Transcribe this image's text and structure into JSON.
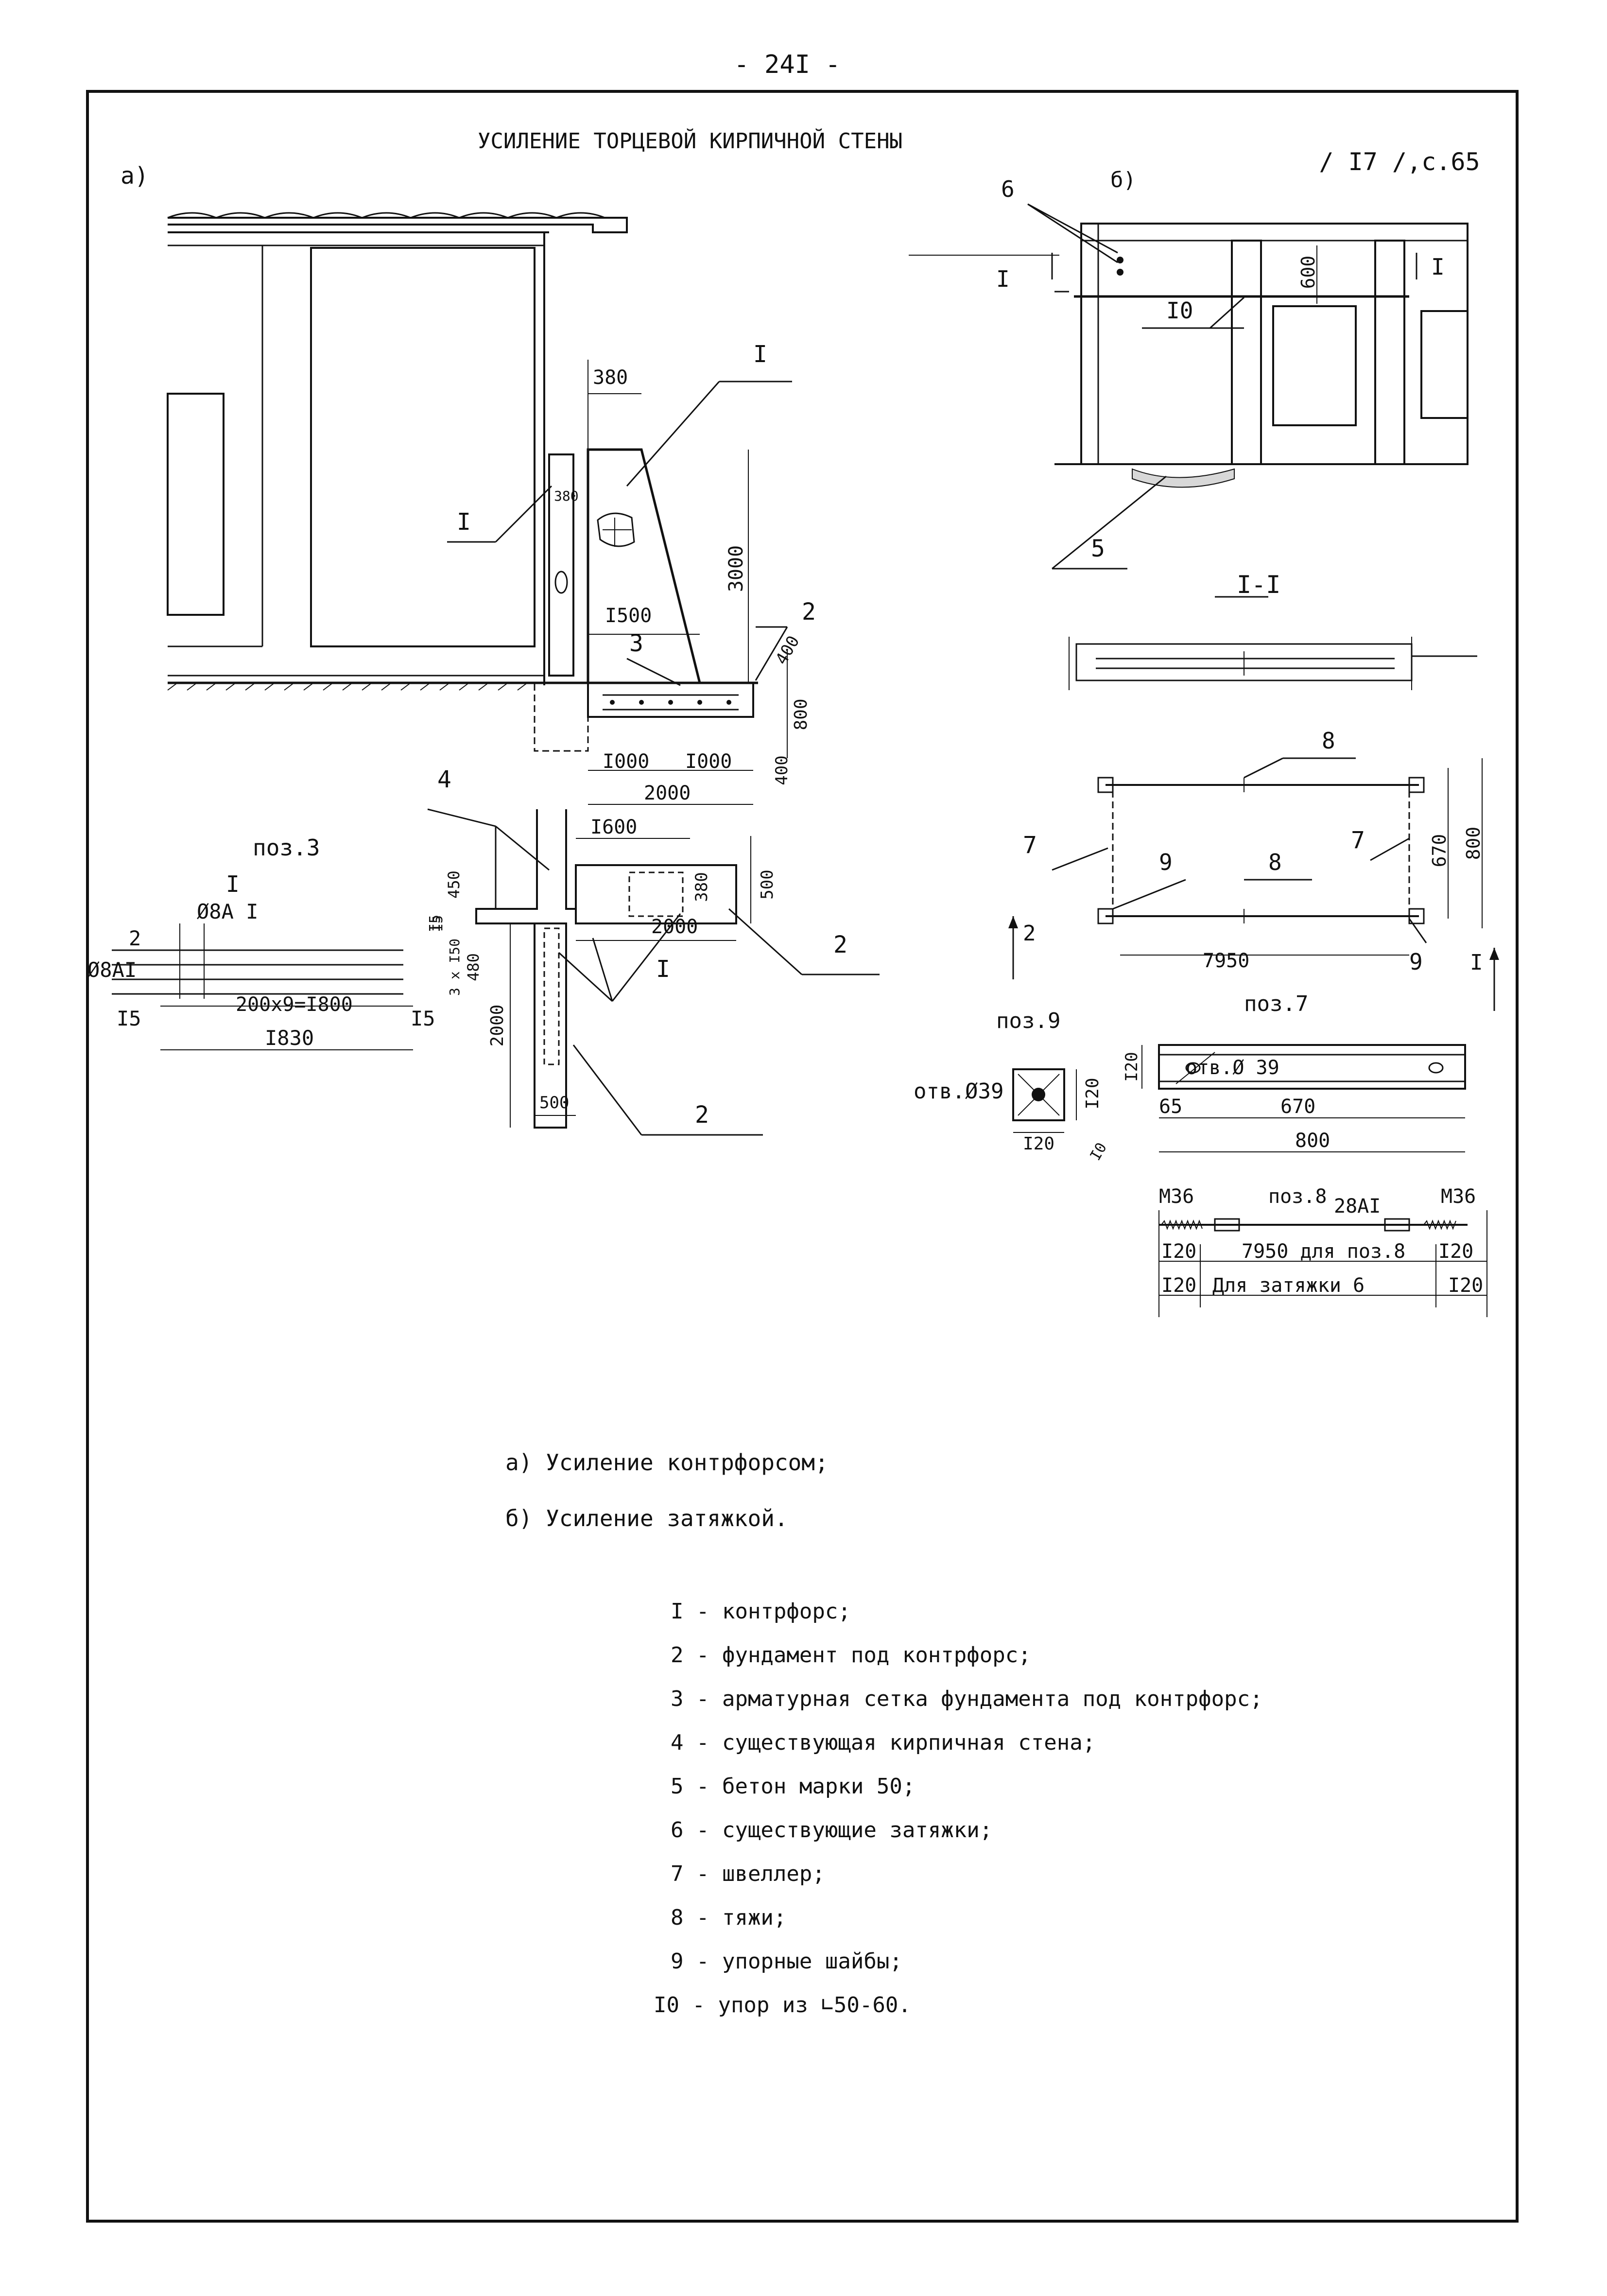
{
  "page_number": "- 24I -",
  "title": "УСИЛЕНИЕ ТОРЦЕВОЙ КИРПИЧНОЙ СТЕНЫ",
  "reference": "/ I7 /,с.65",
  "part_a": {
    "label": "а)",
    "callouts": [
      "I",
      "I",
      "2",
      "3",
      "4",
      "2",
      "I",
      "2"
    ],
    "dims": [
      "380",
      "380",
      "3000",
      "I500",
      "400",
      "800",
      "400",
      "I000",
      "I000",
      "2000",
      "I600",
      "500",
      "380",
      "2000",
      "3 x I50",
      "450",
      "480",
      "I5",
      "2000",
      "500"
    ],
    "pos3": {
      "title": "поз.3",
      "section": "I",
      "labels": [
        "Ø8А I",
        "Ø8АI",
        "2"
      ],
      "dims": [
        "I5",
        "200x9=I800",
        "I5",
        "I830",
        "I5"
      ]
    }
  },
  "part_b": {
    "label": "б)",
    "callouts": [
      "6",
      "I",
      "I",
      "I0",
      "600",
      "5"
    ],
    "section_title": "I-I",
    "plan": {
      "callouts": [
        "8",
        "7",
        "7",
        "9",
        "8",
        "9",
        "2",
        "I"
      ],
      "dims": [
        "670",
        "800",
        "7950"
      ]
    },
    "pos9": {
      "title": "поз.9",
      "hole": "отв.Ø39",
      "dims": [
        "I20",
        "I20",
        "I0"
      ]
    },
    "pos7": {
      "title": "поз.7",
      "hole": "отв.Ø 39",
      "dims": [
        "I20",
        "65",
        "670",
        "800"
      ]
    },
    "pos8": {
      "title": "поз.8",
      "thread_left": "М36",
      "thread_right": "М36",
      "bar": "28АI",
      "row1": [
        "I20",
        "7950 для поз.8",
        "I20"
      ],
      "row2": [
        "I20",
        "Для затяжки 6",
        "I20"
      ]
    }
  },
  "captions": [
    "а) Усиление контрфорсом;",
    "б) Усиление затяжкой."
  ],
  "legend": [
    "I - контрфорс;",
    "2 - фундамент под контрфорс;",
    "3 - арматурная сетка фундамента под контрфорс;",
    "4 - существующая кирпичная стена;",
    "5 - бетон марки 50;",
    "6 - существующие затяжки;",
    "7 - швеллер;",
    "8 - тяжи;",
    "9 - упорные шайбы;",
    "I0 - упор из ∟50-60."
  ]
}
